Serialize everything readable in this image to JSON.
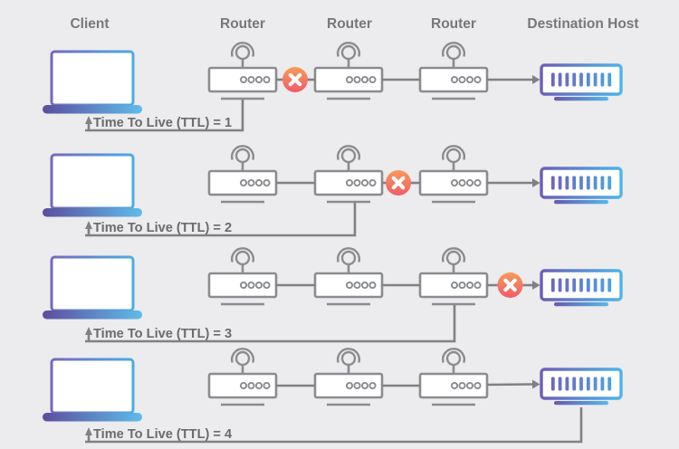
{
  "header": {
    "columns": [
      "Client",
      "Router",
      "Router",
      "Router",
      "Destination Host"
    ]
  },
  "rows": [
    {
      "ttl_label": "Time To Live (TTL) = 1",
      "packet_dropped_after": "Router 1",
      "reaches_destination": false
    },
    {
      "ttl_label": "Time To Live (TTL) = 2",
      "packet_dropped_after": "Router 2",
      "reaches_destination": false
    },
    {
      "ttl_label": "Time To Live (TTL) = 3",
      "packet_dropped_after": "Router 3",
      "reaches_destination": false
    },
    {
      "ttl_label": "Time To Live (TTL) = 4",
      "packet_dropped_after": null,
      "reaches_destination": true
    }
  ],
  "icons": {
    "client": "laptop-icon",
    "router": "wifi-router-icon",
    "destination": "server-host-icon",
    "drop_marker": "error-x-icon",
    "reply_arrow": "up-arrow-icon"
  },
  "colors": {
    "background": "#ECEBED",
    "device_outline": "#8A8C8F",
    "connector_line": "#7F8184",
    "label_text": "#6A6B6E",
    "header_text": "#77787B",
    "error_gradient_top": "#F69B59",
    "error_gradient_bottom": "#F15B68",
    "client_gradient_left": "#7468BE",
    "client_gradient_right": "#4AABE8",
    "host_gradient_left": "#6B5EB6",
    "host_gradient_right": "#4BB5EB"
  }
}
